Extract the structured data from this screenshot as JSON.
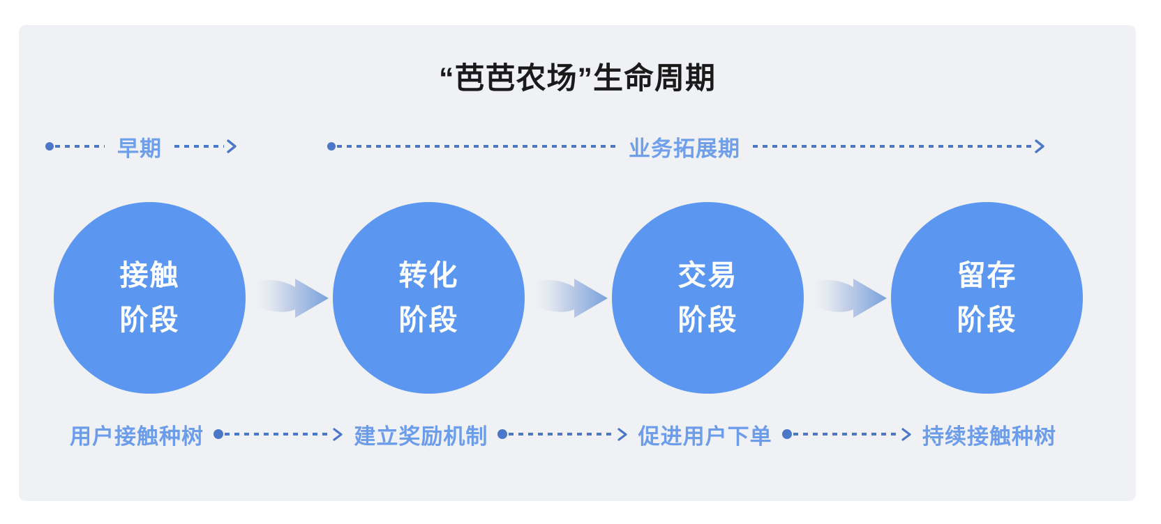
{
  "title": "“芭芭农场”生命周期",
  "colors": {
    "panel_bg": "#EFF1F5",
    "circle_blue": "#5B96F0",
    "line_blue": "#4A77C8",
    "label_blue": "#6F9FEB",
    "title_color": "#1A1A1A",
    "arrow_gradient_end": "#7BA1DD"
  },
  "timeline": {
    "phases": [
      {
        "label": "早期"
      },
      {
        "label": "业务拓展期"
      }
    ]
  },
  "stages": [
    {
      "line1": "接触",
      "line2": "阶段",
      "note": "用户接触种树"
    },
    {
      "line1": "转化",
      "line2": "阶段",
      "note": "建立奖励机制"
    },
    {
      "line1": "交易",
      "line2": "阶段",
      "note": "促进用户下单"
    },
    {
      "line1": "留存",
      "line2": "阶段",
      "note": "持续接触种树"
    }
  ]
}
